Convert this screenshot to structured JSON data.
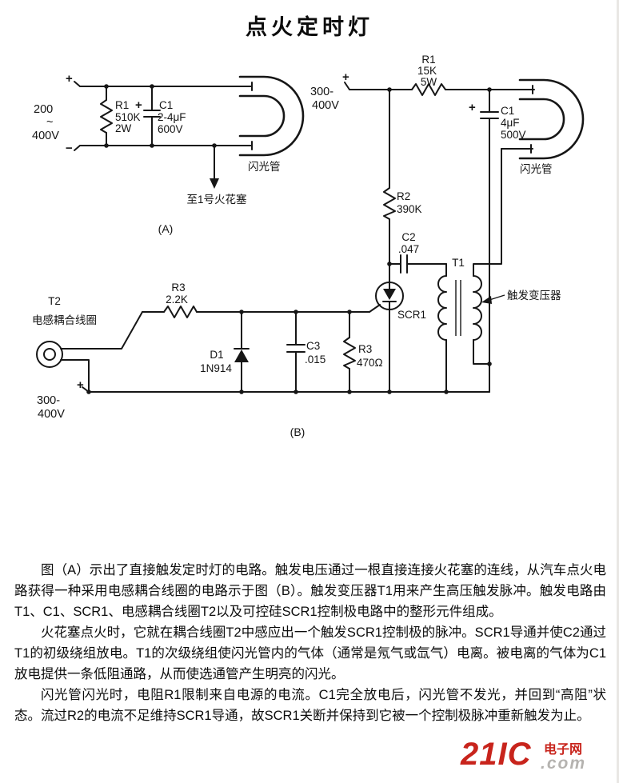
{
  "title": "点火定时灯",
  "circuit_a": {
    "caption": "(A)",
    "supply": {
      "plus": "+",
      "minus": "−",
      "v1": "200",
      "tilde": "~",
      "v2": "400V"
    },
    "r1": [
      "R1",
      "510K",
      "2W"
    ],
    "c1_plus": "+",
    "c1": [
      "C1",
      "2-4μF",
      "600V"
    ],
    "flash_tube": "闪光管",
    "spark_plug": "至1号火花塞"
  },
  "circuit_b": {
    "caption": "(B)",
    "supply_top": {
      "plus": "+",
      "v1": "300-",
      "v2": "400V"
    },
    "r1": [
      "R1",
      "15K",
      "5W"
    ],
    "c1_plus": "+",
    "c1": [
      "C1",
      "4μF",
      "500V"
    ],
    "flash_tube": "闪光管",
    "r2": [
      "R2",
      "390K"
    ],
    "c2": [
      "C2",
      ".047"
    ],
    "t1": "T1",
    "trigger_transformer": "触发变压器",
    "scr1": "SCR1",
    "r3_gate": [
      "R3",
      "2.2K"
    ],
    "d1": [
      "D1",
      "1N914"
    ],
    "c3": [
      "C3",
      ".015"
    ],
    "r3_shunt": [
      "R3",
      "470Ω"
    ],
    "t2": "T2",
    "t2_label": "电感耦合线圈",
    "supply_bottom": {
      "plus": "+",
      "v1": "300-",
      "v2": "400V"
    }
  },
  "paragraphs": [
    "图（A）示出了直接触发定时灯的电路。触发电压通过一根直接连接火花塞的连线，从汽车点火电路获得一种采用电感耦合线圈的电路示于图（B）。触发变压器T1用来产生高压触发脉冲。触发电路由T1、C1、SCR1、电感耦合线圈T2以及可控硅SCR1控制极电路中的整形元件组成。",
    "火花塞点火时，它就在耦合线圈T2中感应出一个触发SCR1控制极的脉冲。SCR1导通并使C2通过T1的初级绕组放电。T1的次级绕组使闪光管内的气体（通常是氖气或氙气）电离。被电离的气体为C1放电提供一条低阻通路，从而使选通管产生明亮的闪光。",
    "闪光管闪光时，电阻R1限制来自电源的电流。C1完全放电后，闪光管不发光，并回到“高阻”状态。流过R2的电流不足维持SCR1导通，故SCR1关断并保持到它被一个控制极脉冲重新触发为止。"
  ],
  "watermark": {
    "brand": "21IC",
    "site": "电子网",
    "domain": ".com"
  },
  "colors": {
    "ink": "#161616",
    "brand_red": "#c8241c",
    "domain_gray": "#b5b3b0"
  }
}
